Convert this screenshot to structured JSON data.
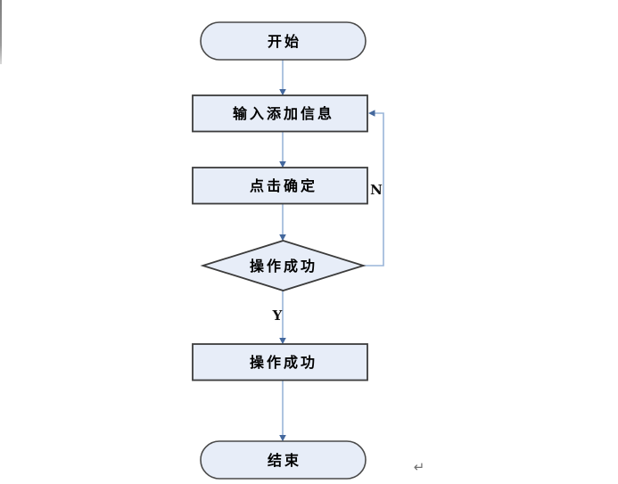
{
  "flowchart": {
    "nodes": {
      "start": {
        "label": "开始"
      },
      "input_info": {
        "label": "输入添加信息"
      },
      "click_confirm": {
        "label": "点击确定"
      },
      "decision_success": {
        "label": "操作成功"
      },
      "operation_success": {
        "label": "操作成功"
      },
      "end": {
        "label": "结束"
      }
    },
    "edge_labels": {
      "yes": "Y",
      "no": "N"
    },
    "colors": {
      "node_fill": "#E7EDF8",
      "node_border": "#3C3C3C",
      "connector_line": "#9AB5D9",
      "arrowhead": "#44689D",
      "label_text": "#000000"
    }
  },
  "document": {
    "paragraph_mark": "↵"
  }
}
